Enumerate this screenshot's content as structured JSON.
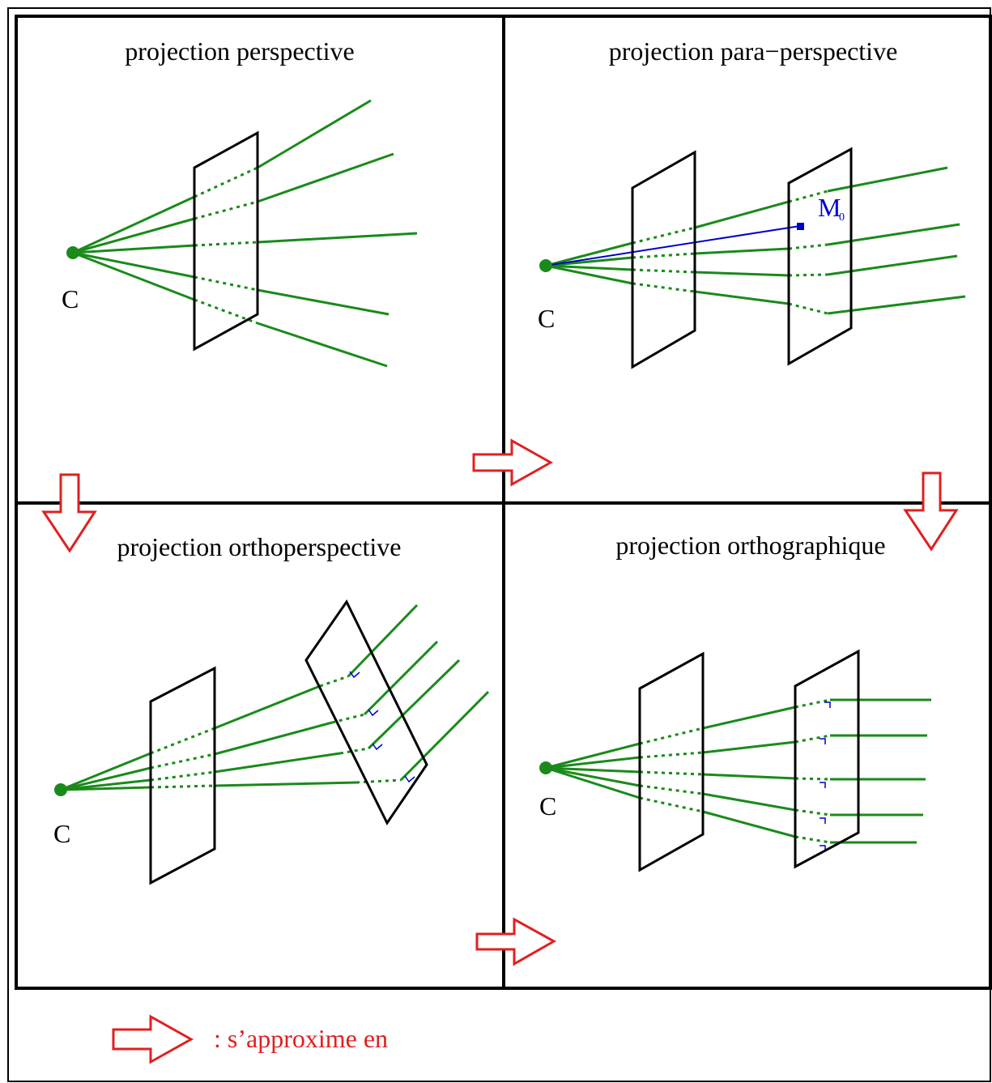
{
  "panels": {
    "top_left": {
      "title": "projection perspective",
      "center_label": "C"
    },
    "top_right": {
      "title": "projection para−perspective",
      "center_label": "C",
      "point_label": "M",
      "point_subscript": "0"
    },
    "bottom_left": {
      "title": "projection orthoperspective",
      "center_label": "C"
    },
    "bottom_right": {
      "title": "projection orthographique",
      "center_label": "C"
    }
  },
  "legend": {
    "text": ": s’approxime en"
  },
  "colors": {
    "rays": "#1a8a1a",
    "planes": "#000000",
    "arrows": "#e02020",
    "annotations": "#0000cc"
  }
}
